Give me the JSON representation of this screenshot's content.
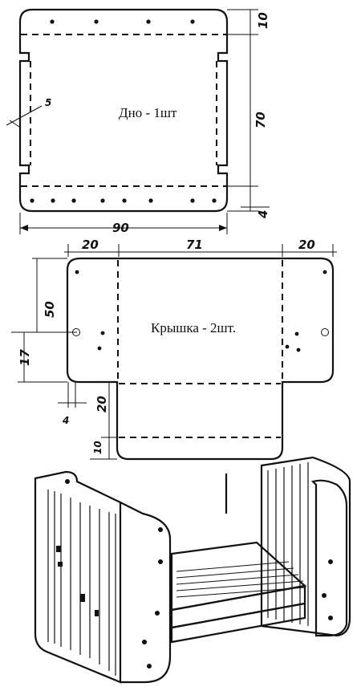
{
  "bottom_part": {
    "label": "Дно - 1шт",
    "dim_width": "90",
    "dim_height": "70",
    "dim_top": "10",
    "dim_bottom": "4",
    "dim_slot": "5"
  },
  "lid_part": {
    "label": "Крышка - 2шт.",
    "dim_left": "20",
    "dim_middle": "71",
    "dim_right": "20",
    "dim_height": "50",
    "dim_hole": "17",
    "dim_tab": "20",
    "dim_edge": "10",
    "dim_small": "4"
  }
}
